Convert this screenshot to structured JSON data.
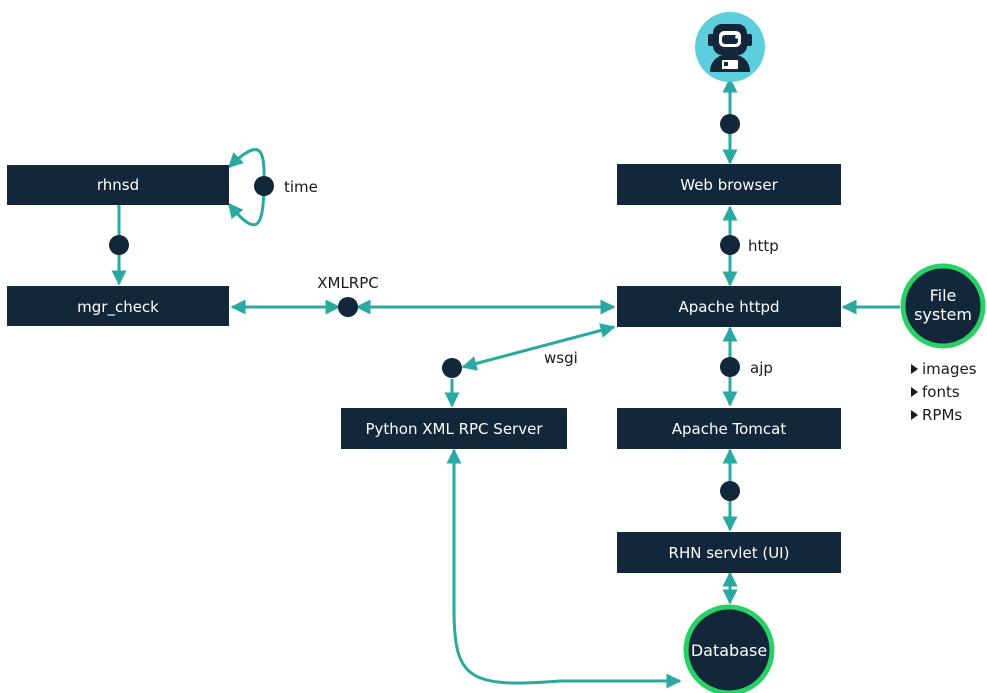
{
  "nodes": {
    "rhnsd": "rhnsd",
    "mgr_check": "mgr_check",
    "web_browser": "Web browser",
    "apache_httpd": "Apache httpd",
    "python_xmlrpc": "Python XML RPC Server",
    "apache_tomcat": "Apache Tomcat",
    "rhn_servlet": "RHN servlet (UI)"
  },
  "circles": {
    "file_system_line1": "File",
    "file_system_line2": "system",
    "database": "Database"
  },
  "labels": {
    "time": "time",
    "xmlrpc": "XMLRPC",
    "http": "http",
    "wsgi": "wsgi",
    "ajp": "ajp"
  },
  "file_system_contents": [
    "images",
    "fonts",
    "RPMs"
  ],
  "user_icon": "astronaut-user-icon",
  "colors": {
    "box": "#13273b",
    "connector": "#2aa8a2",
    "circle_border": "#29d066",
    "user_icon_bg": "#5ccedd"
  }
}
